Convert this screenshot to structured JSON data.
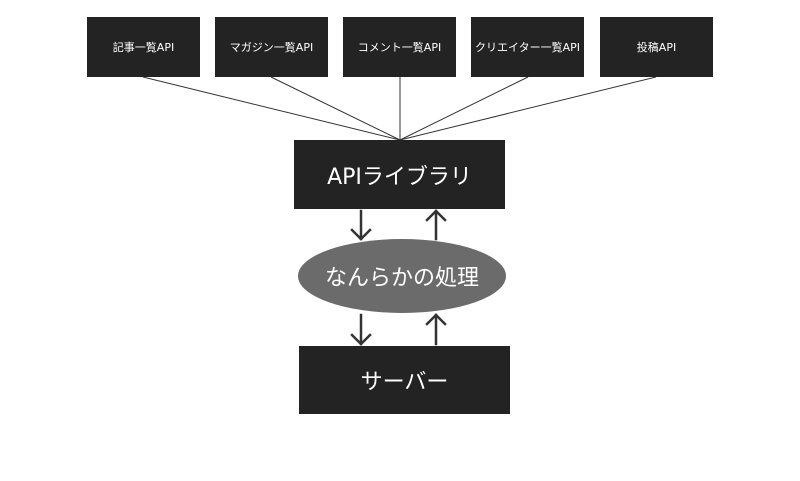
{
  "colors": {
    "box_fill": "#232323",
    "ellipse_fill": "#6b6b6b",
    "line": "#333333",
    "text": "#ffffff"
  },
  "apis": [
    {
      "label": "記事一覧API"
    },
    {
      "label": "マガジン一覧API"
    },
    {
      "label": "コメント一覧API"
    },
    {
      "label": "クリエイター一覧API"
    },
    {
      "label": "投稿API"
    }
  ],
  "library": {
    "label": "APIライブラリ"
  },
  "process": {
    "label": "なんらかの処理"
  },
  "server": {
    "label": "サーバー"
  }
}
